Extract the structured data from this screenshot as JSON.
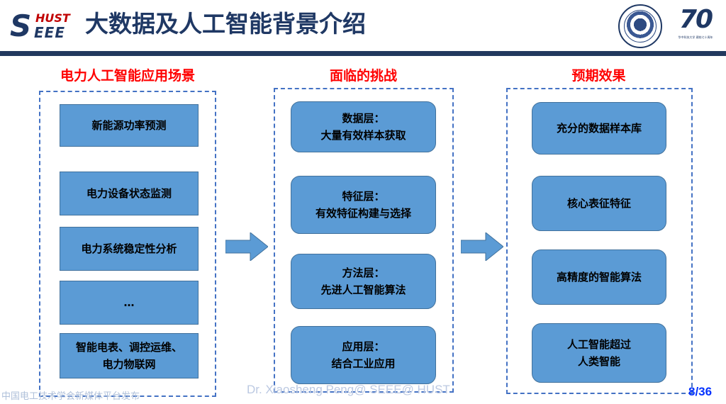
{
  "header": {
    "logo": {
      "letter": "S",
      "top_text": "HUST",
      "bottom_text": "EEE"
    },
    "title": "大数据及人工智能背景介绍",
    "right_logos": {
      "seal_name": "hust-university-seal",
      "anniversary_number": "70",
      "anniversary_caption": "华中科技大学 建校七十周年"
    }
  },
  "columns": [
    {
      "heading": "电力人工智能应用场景",
      "boxes": [
        {
          "lines": [
            "新能源功率预测"
          ]
        },
        {
          "lines": [
            "电力设备状态监测"
          ]
        },
        {
          "lines": [
            "电力系统稳定性分析"
          ]
        },
        {
          "lines": [
            "…"
          ]
        },
        {
          "lines": [
            "智能电表、调控运维、",
            "电力物联网"
          ]
        }
      ]
    },
    {
      "heading": "面临的挑战",
      "boxes": [
        {
          "lines": [
            "数据层：",
            "大量有效样本获取"
          ]
        },
        {
          "lines": [
            "特征层：",
            "有效特征构建与选择"
          ]
        },
        {
          "lines": [
            "方法层：",
            "先进人工智能算法"
          ]
        },
        {
          "lines": [
            "应用层：",
            "结合工业应用"
          ]
        }
      ]
    },
    {
      "heading": "预期效果",
      "boxes": [
        {
          "lines": [
            "充分的数据样本库"
          ]
        },
        {
          "lines": [
            "核心表征特征"
          ]
        },
        {
          "lines": [
            "高精度的智能算法"
          ]
        },
        {
          "lines": [
            "人工智能超过",
            "人类智能"
          ]
        }
      ]
    }
  ],
  "arrows": [
    {
      "name": "arrow-scenarios-to-challenges",
      "direction": "right"
    },
    {
      "name": "arrow-challenges-to-effects",
      "direction": "right"
    }
  ],
  "footer": {
    "watermark": "中国电工技术学会新媒体平台发布",
    "presenter": "Dr. Xiaosheng Peng@ SEEE@ HUST",
    "page": "8/36"
  },
  "colors": {
    "title_navy": "#1F3864",
    "rule_navy": "#22395E",
    "heading_red": "#FF0000",
    "box_blue": "#5B9BD5",
    "box_border": "#41719C",
    "frame_dashed": "#4472C4",
    "page_number_blue": "#0432FF",
    "watermark_gray_blue": "#AFC0DA",
    "logo_red": "#C00000"
  }
}
